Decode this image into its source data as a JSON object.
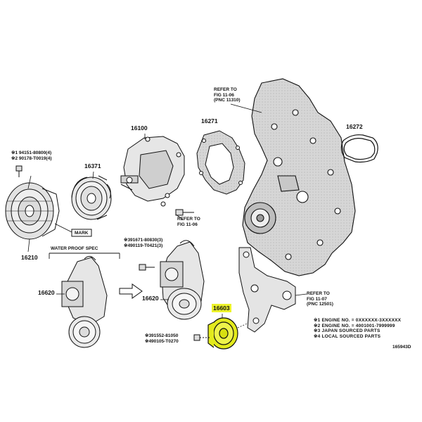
{
  "labels": {
    "refer_top": [
      "REFER TO",
      "FIG 11-06",
      "(PNC 11310)"
    ],
    "p16271": "16271",
    "p16272": "16272",
    "p16100": "16100",
    "p16371": "16371",
    "fan_note": [
      "※1 94151-80800(4)",
      "※2 90178-T0019(4)"
    ],
    "mark": "MARK",
    "p16210": "16210",
    "refer_mid": [
      "REFER TO",
      "FIG 11-06"
    ],
    "water_proof": "WATER PROOF SPEC",
    "bolt_note": [
      "※391671-80830(3)",
      "※490119-T0421(3)"
    ],
    "p16620_left": "16620",
    "p16620_right": "16620",
    "p16603": "16603",
    "refer_right": [
      "REFER TO",
      "FIG 11-07",
      "(PNC 12501)"
    ],
    "bolt_note2": [
      "※391552-81050",
      "※490105-T0270"
    ],
    "legend": [
      "※1 ENGINE NO. = 0XXXXXX-3XXXXXX",
      "※2 ENGINE NO. = 4001001-7999999",
      "※3 JAPAN SOURCED PARTS",
      "※4 LOCAL SOURCED PARTS"
    ],
    "figure_id": "165943D"
  },
  "colors": {
    "ink": "#111111",
    "highlight": "#ecf22b",
    "casting_fill": "#d9d9d9",
    "part_fill": "#e6e6e6"
  }
}
